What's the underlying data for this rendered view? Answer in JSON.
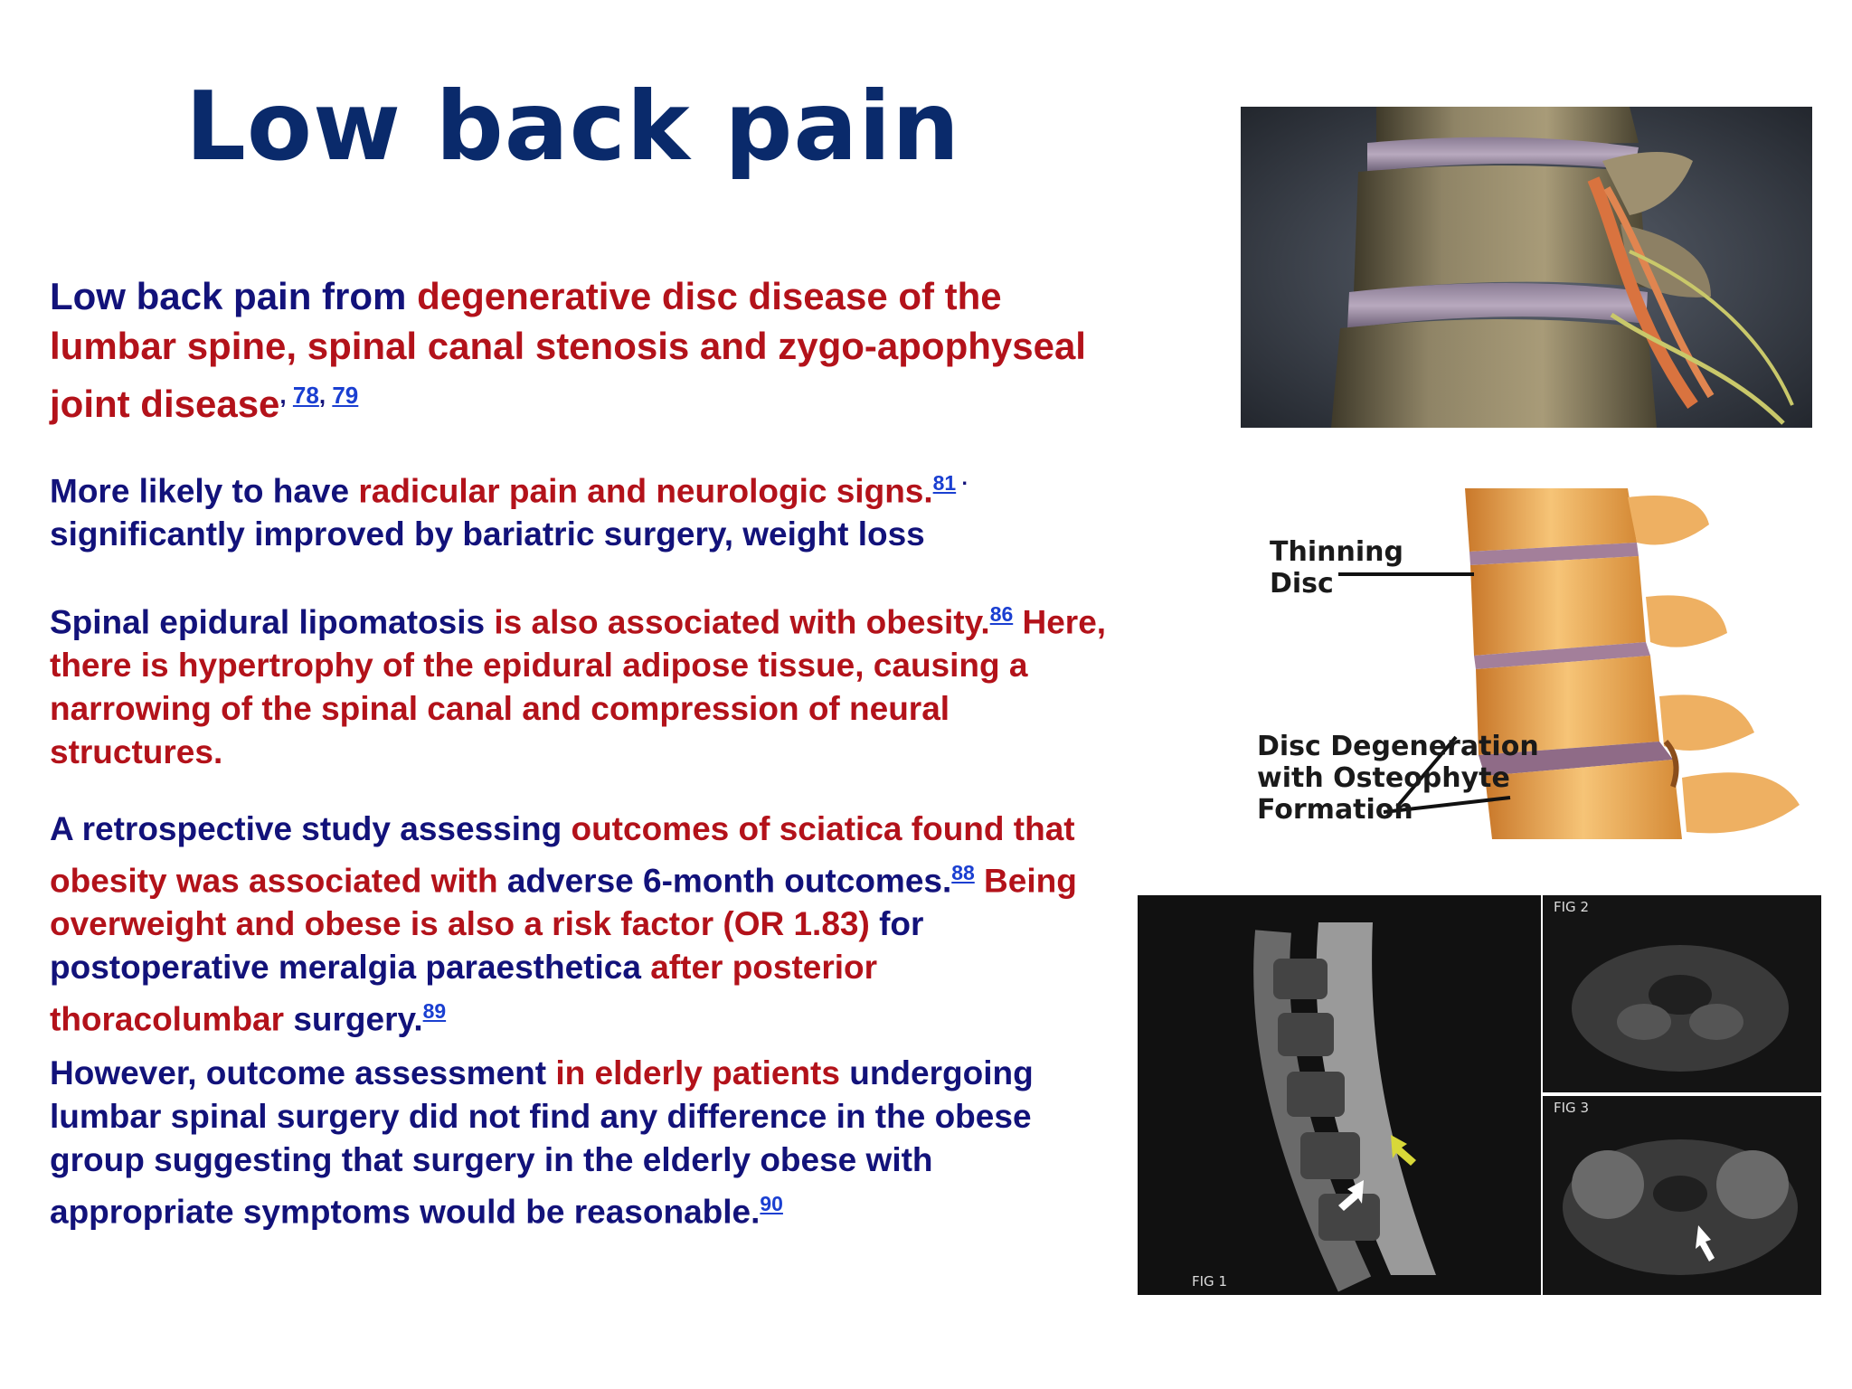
{
  "slide": {
    "title": "Low back pain",
    "p1": {
      "a": "Low back pain from ",
      "b": "degenerative disc disease of the lumbar spine, spinal canal stenosis and zygo-apophyseal joint disease",
      "sep1": ", ",
      "ref1": "78",
      "sep2": ", ",
      "ref2": "79"
    },
    "p2": {
      "a": "More likely to have ",
      "b": "radicular pain and neurologic signs.",
      "ref1": "81",
      "sep1": " · ",
      "c": "significantly improved by  bariatric surgery, weight loss"
    },
    "p3": {
      "a": "Spinal epidural lipomatosis ",
      "b": "is also associated with obesity.",
      "ref1": "86",
      "c": " Here, there is hypertrophy of the epidural adipose tissue, causing a narrowing of the spinal canal and compression of neural structures."
    },
    "p4": {
      "a": "A retrospective study assessing ",
      "b": "outcomes of sciatica found that obesity was associated with ",
      "c": "adverse 6-month outcomes.",
      "ref1": "88",
      "d": " Being overweight and obese is also a risk factor (OR 1.83) ",
      "e": "for postoperative meralgia paraesthetica",
      "f": " after posterior thoracolumbar ",
      "g": "surgery.",
      "ref2": "89"
    },
    "p5": {
      "a": "However, outcome assessment ",
      "b": "in elderly patients",
      "c": " undergoing lumbar spinal surgery did not find any difference in the obese group suggesting that surgery in the elderly obese with appropriate symptoms would be reasonable.",
      "ref1": "90"
    }
  },
  "figures": {
    "degen": {
      "label1_line1": "Thinning",
      "label1_line2": "Disc",
      "label2_line1": "Disc Degeneration",
      "label2_line2": "with Osteophyte",
      "label2_line3": "Formation"
    },
    "mri": {
      "fig1": "FIG 1",
      "fig2": "FIG 2",
      "fig3": "FIG 3"
    }
  },
  "colors": {
    "title": "#0a2a6b",
    "blue_text": "#12127a",
    "red_text": "#b3121a",
    "link": "#1a3fd1"
  }
}
